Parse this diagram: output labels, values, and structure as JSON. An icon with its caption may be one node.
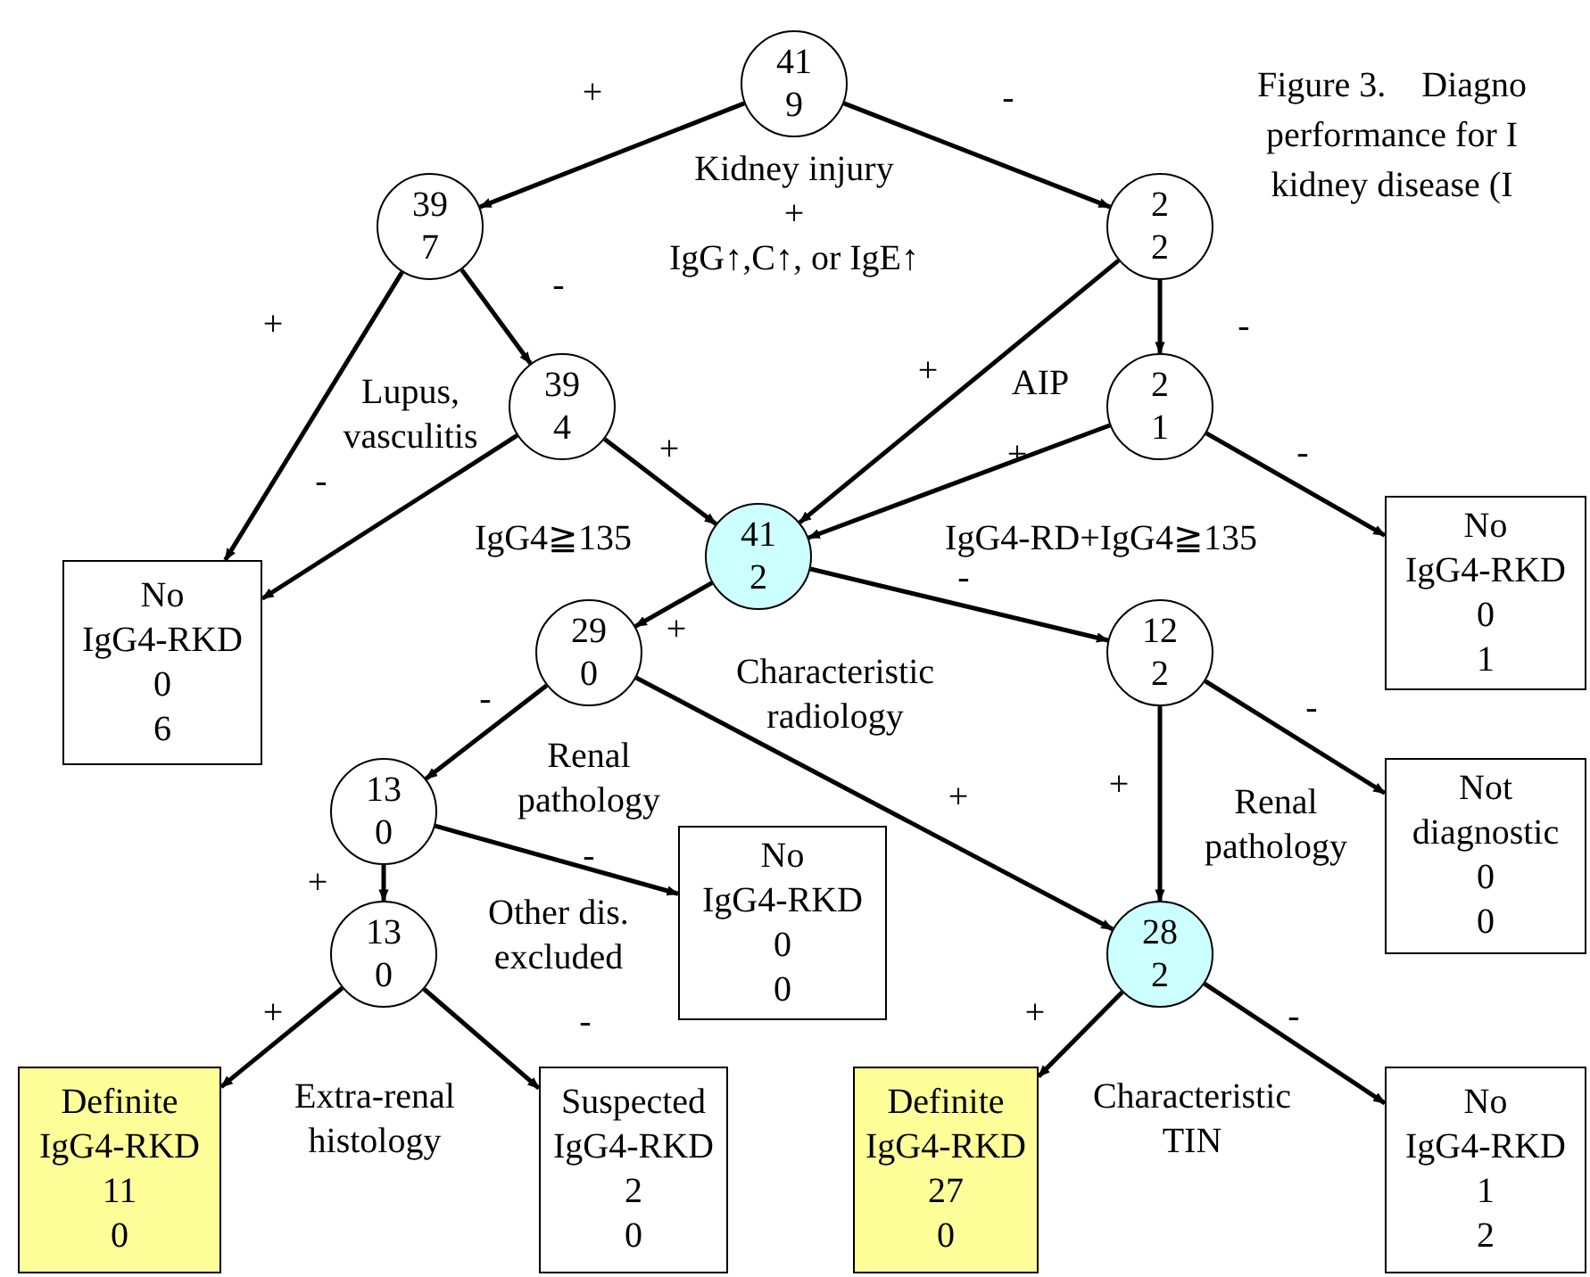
{
  "diagram": {
    "title": "Figure 3.　Diagno performance for I kidney disease (I",
    "nodes": [
      {
        "text": [
          "41",
          "9"
        ]
      },
      {
        "text": [
          "39",
          "7"
        ]
      },
      {
        "text": [
          "2",
          "2"
        ]
      },
      {
        "text": [
          "39",
          "4"
        ]
      },
      {
        "text": [
          "2",
          "1"
        ]
      },
      {
        "text": [
          "No IgG4-RKD",
          "0",
          "6"
        ]
      },
      {
        "text": [
          "41",
          "2"
        ]
      },
      {
        "text": [
          "No IgG4-RKD",
          "0",
          "1"
        ]
      },
      {
        "text": [
          "29",
          "0"
        ]
      },
      {
        "text": [
          "12",
          "2"
        ]
      },
      {
        "text": [
          "13",
          "0"
        ]
      },
      {
        "text": [
          "No IgG4-RKD",
          "0",
          "0"
        ]
      },
      {
        "text": [
          "Not diagnostic",
          "0",
          "0"
        ]
      },
      {
        "text": [
          "13",
          "0"
        ]
      },
      {
        "text": [
          "28",
          "2"
        ]
      },
      {
        "text": [
          "Definite IgG4-RKD",
          "11",
          "0"
        ]
      },
      {
        "text": [
          "Suspected IgG4-RKD",
          "2",
          "0"
        ]
      },
      {
        "text": [
          "Definite IgG4-RKD",
          "27",
          "0"
        ]
      },
      {
        "text": [
          "No IgG4-RKD",
          "1",
          "2"
        ]
      }
    ],
    "edges": [
      {
        "from": 0,
        "to": 1,
        "arrow": "to",
        "label": "+"
      },
      {
        "from": 0,
        "to": 2,
        "arrow": "to",
        "label": "-"
      },
      {
        "from": 1,
        "to": 5,
        "arrow": "to",
        "label": "+"
      },
      {
        "from": 1,
        "to": 3,
        "arrow": "to",
        "label": "-"
      },
      {
        "from": 3,
        "to": 5,
        "arrow": "to",
        "label": "-"
      },
      {
        "from": 3,
        "to": 6,
        "arrow": "to",
        "label": "+"
      },
      {
        "from": 2,
        "to": 6,
        "arrow": "to",
        "label": "+"
      },
      {
        "from": 2,
        "to": 4,
        "arrow": "to",
        "label": "-"
      },
      {
        "from": 4,
        "to": 6,
        "arrow": "to",
        "label": "+"
      },
      {
        "from": 4,
        "to": 7,
        "arrow": "to",
        "label": "-"
      },
      {
        "from": 6,
        "to": 8,
        "arrow": "to",
        "label": "+"
      },
      {
        "from": 6,
        "to": 9,
        "arrow": "to",
        "label": "-"
      },
      {
        "from": 8,
        "to": 10,
        "arrow": "to",
        "label": "-"
      },
      {
        "from": 8,
        "to": 14,
        "arrow": "to",
        "label": "+"
      },
      {
        "from": 9,
        "to": 14,
        "arrow": "to",
        "label": "+"
      },
      {
        "from": 9,
        "to": 12,
        "arrow": "to",
        "label": "-"
      },
      {
        "from": 10,
        "to": 13,
        "arrow": "to",
        "label": "+"
      },
      {
        "from": 10,
        "to": 11,
        "arrow": "to",
        "label": "-"
      },
      {
        "from": 13,
        "to": 15,
        "arrow": "to",
        "label": "+"
      },
      {
        "from": 13,
        "to": 16,
        "arrow": "to",
        "label": "-"
      },
      {
        "from": 14,
        "to": 17,
        "arrow": "to",
        "label": "+"
      },
      {
        "from": 14,
        "to": 18,
        "arrow": "to",
        "label": "-"
      }
    ],
    "labels": [
      "Kidney injury",
      "+",
      "IgG↑,C↑, or IgE↑",
      "Lupus, vasculitis",
      "AIP",
      "IgG4≧135",
      "IgG4-RD+IgG4≧135",
      "Characteristic radiology",
      "Renal pathology",
      "Renal pathology",
      "Other dis. excluded",
      "Extra-renal histology",
      "Characteristic TIN"
    ]
  }
}
